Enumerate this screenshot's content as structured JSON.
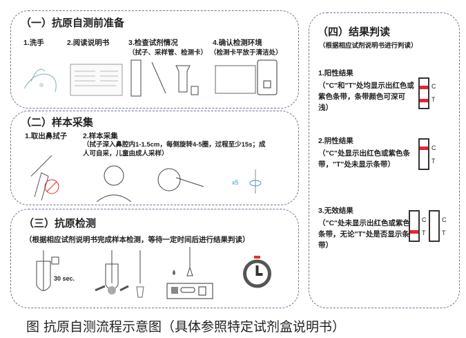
{
  "sections": [
    {
      "title": "（一）抗原自测前准备",
      "steps": [
        "1.洗手",
        "2.阅读说明书",
        "3.检查试剂情况",
        "4.确认检测环境"
      ],
      "notes": [
        "（拭子、采样管、检测卡）",
        "（检测卡平放于清洁处）"
      ]
    },
    {
      "title": "（二）样本采集",
      "steps": [
        "1.取出鼻拭子",
        "2.样本采集"
      ],
      "note": "（拭子深入鼻腔内1-1.5cm，每侧旋转4-5圈，过程至少15s；成人可自采，儿童由成人采样）",
      "rotation_label": "x5"
    },
    {
      "title": "（三）抗原检测",
      "note": "（根据相应试剂说明书完成样本检测，等待一定时间后进行结果判读）",
      "time_label": "30 sec."
    },
    {
      "title": "（四）结果判读",
      "note": "（根据相应试剂说明书进行判读）",
      "results": [
        {
          "title": "1.阳性结果",
          "desc": "（\"C\"和\"T\"处均显示出红色或紫色条带，条带颜色可深可浅）"
        },
        {
          "title": "2.阴性结果",
          "desc": "（\"C\"处显示出红色或紫色条带，\"T\"处未显示条带）"
        },
        {
          "title": "3.无效结果",
          "desc": "（\"C\"处未显示出红色或紫色条带，无论\"T\"处是否显示条带）"
        }
      ],
      "c_label": "C",
      "t_label": "T",
      "band_color": "#e8242c"
    }
  ],
  "caption": "图 抗原自测流程示意图（具体参照特定试剂盒说明书）"
}
